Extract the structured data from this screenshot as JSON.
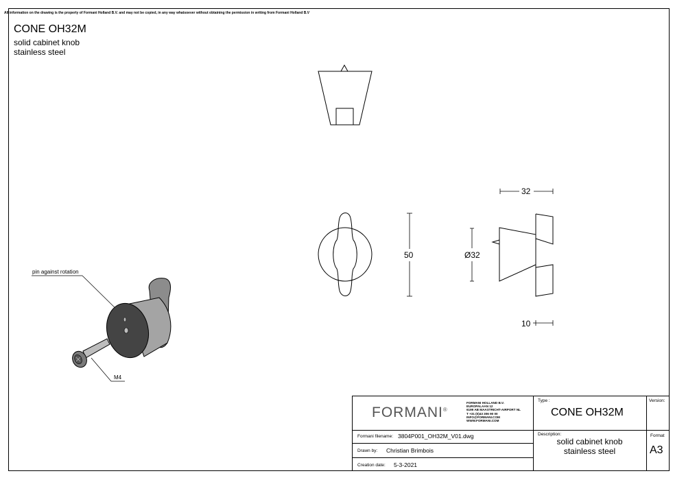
{
  "notice": "All information on the drawing is the property of Formani Holland B.V. and may not be copied, in any way whatsoever without obtaining the permission in writing from Formani Holland B.V",
  "header": {
    "title": "CONE OH32M",
    "subtitle_line1": "solid cabinet knob",
    "subtitle_line2": "stainless steel"
  },
  "dimensions": {
    "width": "32",
    "height": "50",
    "diameter": "Ø32",
    "depth": "10"
  },
  "callouts": {
    "pin": "pin against rotation",
    "screw": "M4"
  },
  "title_block": {
    "logo": "FORMANI",
    "logo_mark": "®",
    "company": {
      "line1": "FORMANI HOLLAND B.V.",
      "line2": "EUROPALAAN 12",
      "line3": "6199 AB MAASTRICHT-AIRPORT NL",
      "line4": "T +31 (0)43 306 90 00",
      "line5": "INFO@FORMANI.COM",
      "line6": "WWW.FORMANI.COM"
    },
    "filename_label": "Formani filename:",
    "filename": "3804P001_OH32M_V01.dwg",
    "drawn_by_label": "Drawn by:",
    "drawn_by": "Christian Brimbois",
    "creation_date_label": "Creation date:",
    "creation_date": "5-3-2021",
    "type_label": "Type :",
    "type": "CONE OH32M",
    "description_label": "Description:",
    "description_line1": "solid cabinet knob",
    "description_line2": "stainless steel",
    "version_label": "Version:",
    "format_label": "Format",
    "format": "A3"
  }
}
